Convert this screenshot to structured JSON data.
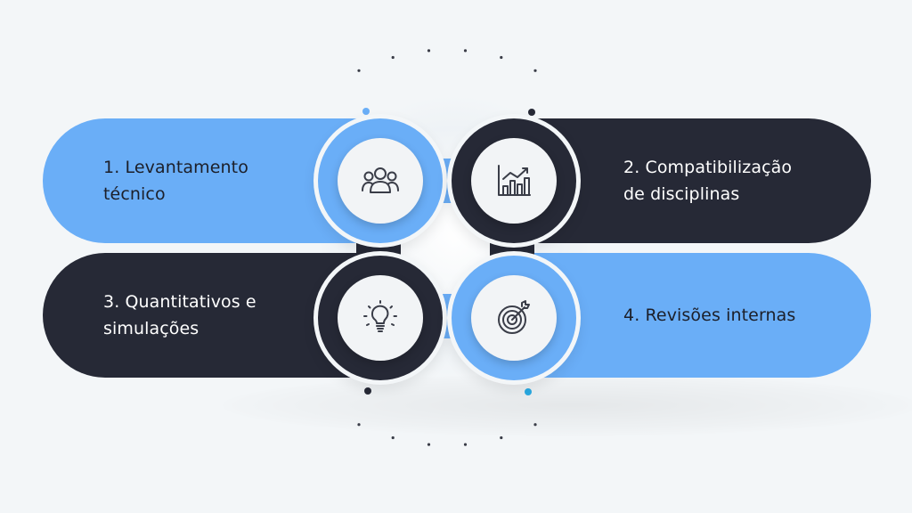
{
  "diagram": {
    "steps": [
      {
        "label": "1. Levantamento\ntécnico",
        "icon": "team-icon",
        "color": "#6aaef7"
      },
      {
        "label": "2. Compatibilização\nde disciplinas",
        "icon": "bar-chart-icon",
        "color": "#262936"
      },
      {
        "label": "3. Quantitativos e\nsimulações",
        "icon": "lightbulb-icon",
        "color": "#262936"
      },
      {
        "label": "4. Revisões internas",
        "icon": "target-icon",
        "color": "#6aaef7"
      }
    ],
    "colors": {
      "background": "#f3f6f8",
      "blue": "#6aaef7",
      "dark": "#262936",
      "accent_dot": "#29a8e0"
    }
  }
}
